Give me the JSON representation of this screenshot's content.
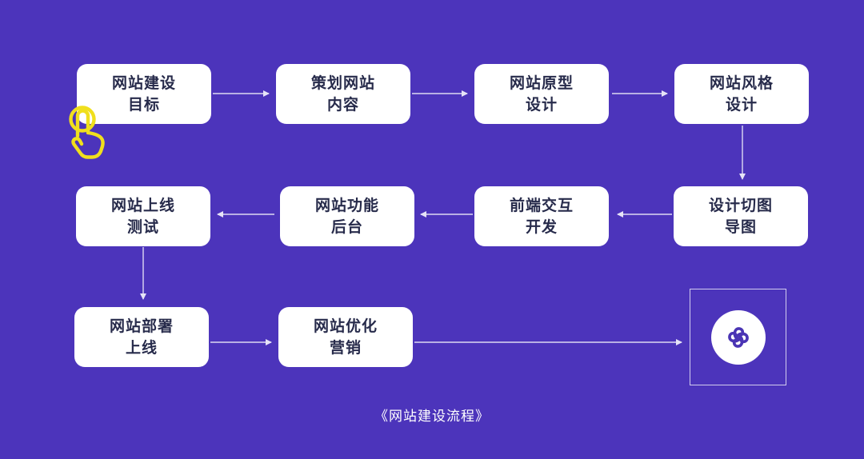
{
  "diagram": {
    "caption": "《网站建设流程》",
    "background_color": "#4C34BB",
    "node_fill_color": "#FFFFFF",
    "node_text_color": "#272B4B",
    "connector_color": "#DDD9F2",
    "cursor_color": "#F0DF1D",
    "logo_color": "#4A34B4",
    "nodes": [
      {
        "id": "goal",
        "line1": "网站建设",
        "line2": "目标"
      },
      {
        "id": "plan",
        "line1": "策划网站",
        "line2": "内容"
      },
      {
        "id": "prototype",
        "line1": "网站原型",
        "line2": "设计"
      },
      {
        "id": "style",
        "line1": "网站风格",
        "line2": "设计"
      },
      {
        "id": "online-test",
        "line1": "网站上线",
        "line2": "测试"
      },
      {
        "id": "backend",
        "line1": "网站功能",
        "line2": "后台"
      },
      {
        "id": "frontend",
        "line1": "前端交互",
        "line2": "开发"
      },
      {
        "id": "slicing",
        "line1": "设计切图",
        "line2": "导图"
      },
      {
        "id": "deploy",
        "line1": "网站部署",
        "line2": "上线"
      },
      {
        "id": "marketing",
        "line1": "网站优化",
        "line2": "营销"
      }
    ],
    "flow_order": "网站建设目标 → 策划网站内容 → 网站原型设计 → 网站风格设计 → 设计切图导图 → 前端交互开发 → 网站功能后台 → 网站上线测试 → 网站部署上线 → 网站优化营销 → 终点图标",
    "icons": {
      "cursor": "tap-hand-cursor",
      "end_logo": "clover-swirl-logo"
    }
  }
}
